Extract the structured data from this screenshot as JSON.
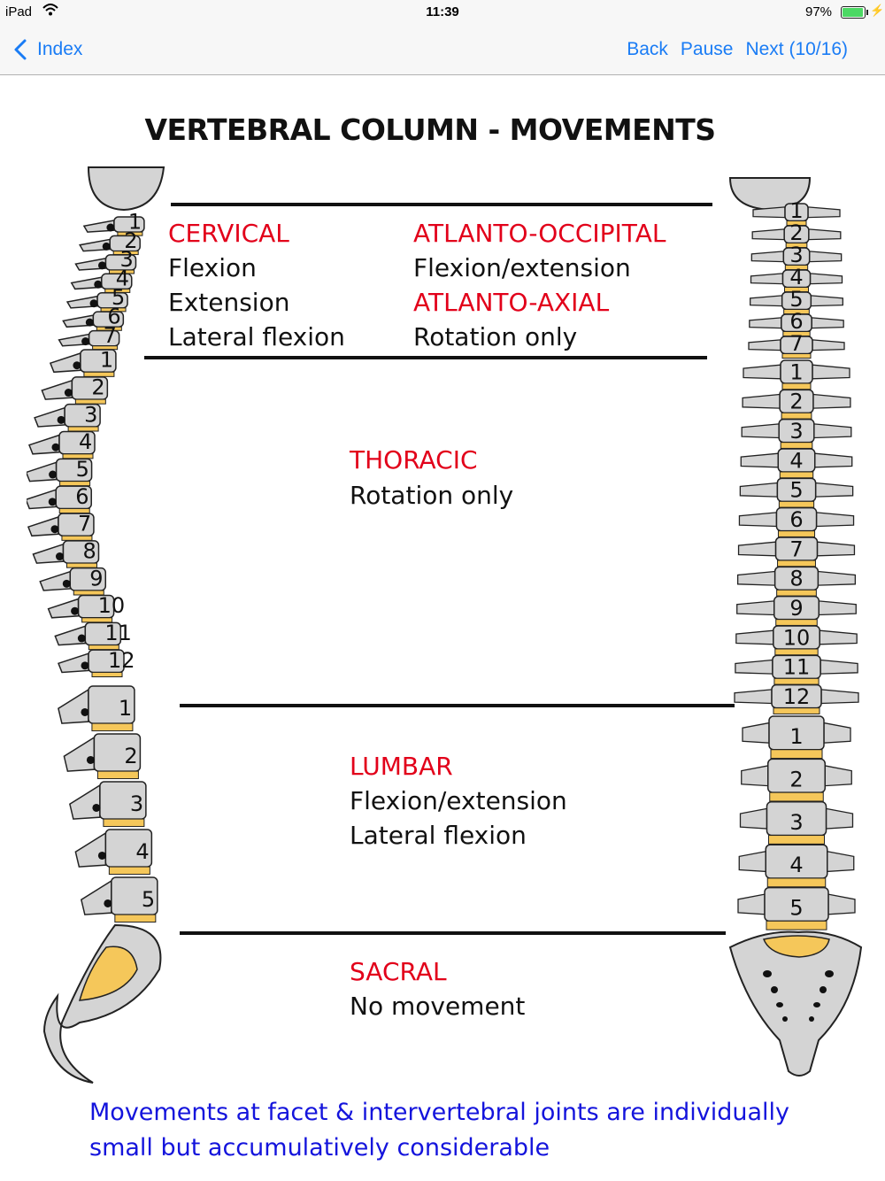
{
  "status_bar": {
    "carrier": "iPad",
    "time": "11:39",
    "battery_percent": "97%",
    "battery_level": 0.97
  },
  "nav": {
    "back_label": "Index",
    "back_button": "Back",
    "pause_button": "Pause",
    "next_button": "Next (10/16)"
  },
  "page": {
    "title": "VERTEBRAL COLUMN - MOVEMENTS",
    "cervical": {
      "heading": "CERVICAL",
      "items": [
        "Flexion",
        "Extension",
        "Lateral flexion"
      ]
    },
    "atlanto_occipital": {
      "heading": "ATLANTO-OCCIPITAL",
      "item": "Flexion/extension"
    },
    "atlanto_axial": {
      "heading": "ATLANTO-AXIAL",
      "item": "Rotation only"
    },
    "thoracic": {
      "heading": "THORACIC",
      "item": "Rotation only"
    },
    "lumbar": {
      "heading": "LUMBAR",
      "items": [
        "Flexion/extension",
        "Lateral flexion"
      ]
    },
    "sacral": {
      "heading": "SACRAL",
      "item": "No movement"
    },
    "footer": "Movements at facet & intervertebral joints are individually small but accumulatively considerable"
  },
  "spine_labels": {
    "cervical": [
      "1",
      "2",
      "3",
      "4",
      "5",
      "6",
      "7"
    ],
    "thoracic": [
      "1",
      "2",
      "3",
      "4",
      "5",
      "6",
      "7",
      "8",
      "9",
      "10",
      "11",
      "12"
    ],
    "lumbar": [
      "1",
      "2",
      "3",
      "4",
      "5"
    ]
  },
  "colors": {
    "accent_blue": "#1a7cf5",
    "heading_red": "#e2001a",
    "footer_blue": "#1414dc",
    "bone": "#d4d4d4",
    "disc": "#f5c75a"
  }
}
